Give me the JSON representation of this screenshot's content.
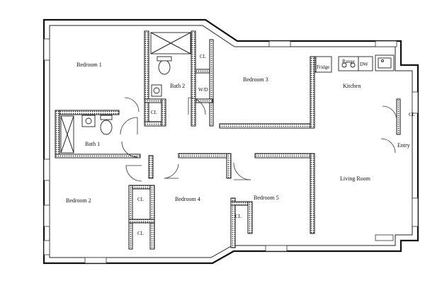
{
  "rooms": {
    "bedroom1": "Bedroom 1",
    "bath2": "Bath 2",
    "bedroom3": "Bedroom 3",
    "kitchen": "Kitchen",
    "bath1": "Bath 1",
    "bedroom2": "Bedroom 2",
    "bedroom4": "Bedroom 4",
    "bedroom5": "Bedroom 5",
    "living_room": "Living Room",
    "entry": "Entry"
  },
  "closets": {
    "cl_bath2_top": "CL",
    "cl_bath2_left": "CL",
    "cl_entry": "CL",
    "cl_bed4_upper": "CL",
    "cl_bed4_lower": "CL",
    "cl_bed5": "CL"
  },
  "appliances": {
    "washer_dryer": "W/D",
    "fridge": "Fridge",
    "range": "Range",
    "dishwasher": "DW"
  }
}
